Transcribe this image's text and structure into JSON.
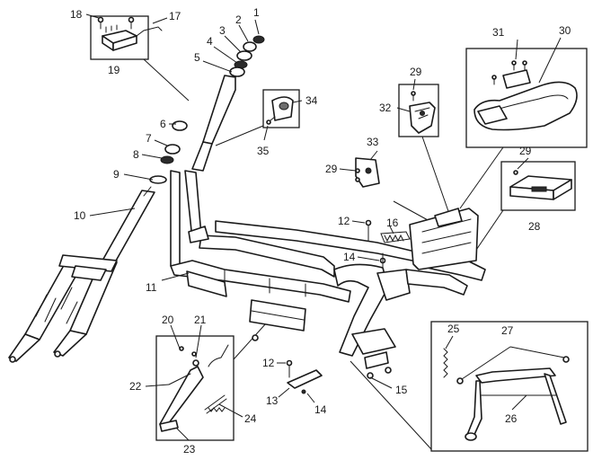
{
  "callouts": [
    {
      "id": "c1",
      "label": "1"
    },
    {
      "id": "c2",
      "label": "2"
    },
    {
      "id": "c3",
      "label": "3"
    },
    {
      "id": "c4",
      "label": "4"
    },
    {
      "id": "c5",
      "label": "5"
    },
    {
      "id": "c6",
      "label": "6"
    },
    {
      "id": "c7",
      "label": "7"
    },
    {
      "id": "c8",
      "label": "8"
    },
    {
      "id": "c9",
      "label": "9"
    },
    {
      "id": "c10",
      "label": "10"
    },
    {
      "id": "c11",
      "label": "11"
    },
    {
      "id": "c12a",
      "label": "12"
    },
    {
      "id": "c12b",
      "label": "12"
    },
    {
      "id": "c13",
      "label": "13"
    },
    {
      "id": "c14a",
      "label": "14"
    },
    {
      "id": "c14b",
      "label": "14"
    },
    {
      "id": "c15",
      "label": "15"
    },
    {
      "id": "c16",
      "label": "16"
    },
    {
      "id": "c17",
      "label": "17"
    },
    {
      "id": "c18",
      "label": "18"
    },
    {
      "id": "c19",
      "label": "19"
    },
    {
      "id": "c20",
      "label": "20"
    },
    {
      "id": "c21",
      "label": "21"
    },
    {
      "id": "c22",
      "label": "22"
    },
    {
      "id": "c23",
      "label": "23"
    },
    {
      "id": "c24",
      "label": "24"
    },
    {
      "id": "c25",
      "label": "25"
    },
    {
      "id": "c26",
      "label": "26"
    },
    {
      "id": "c27",
      "label": "27"
    },
    {
      "id": "c28",
      "label": "28"
    },
    {
      "id": "c29a",
      "label": "29"
    },
    {
      "id": "c29b",
      "label": "29"
    },
    {
      "id": "c29c",
      "label": "29"
    },
    {
      "id": "c30",
      "label": "30"
    },
    {
      "id": "c31",
      "label": "31"
    },
    {
      "id": "c32",
      "label": "32"
    },
    {
      "id": "c33",
      "label": "33"
    },
    {
      "id": "c34",
      "label": "34"
    },
    {
      "id": "c35",
      "label": "35"
    }
  ]
}
